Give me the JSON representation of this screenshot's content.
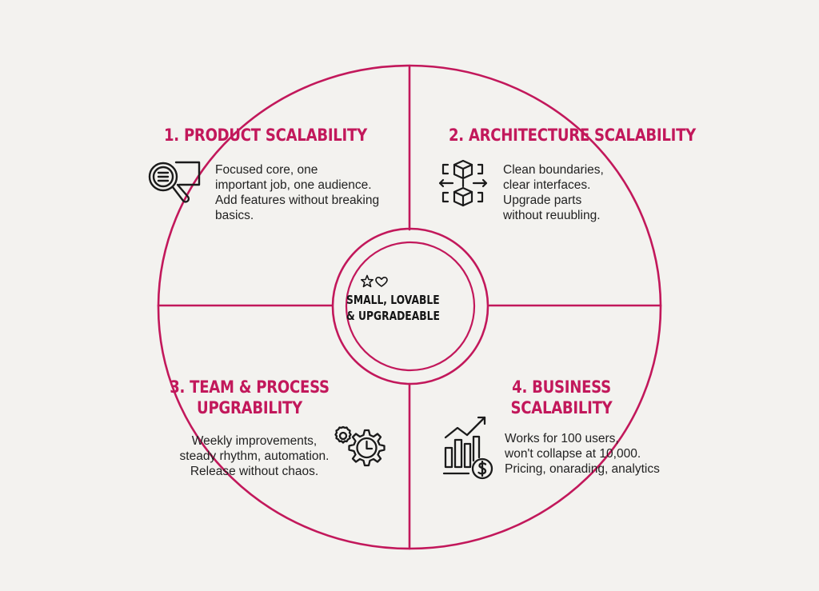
{
  "diagram": {
    "accent_color": "#c2185b",
    "background_color": "#f3f2ef",
    "center": {
      "icons": [
        "star-icon",
        "heart-icon"
      ],
      "line1": "SMALL, LOVABLE",
      "line2": "& UPGRADEABLE"
    },
    "quadrants": [
      {
        "title": "1. PRODUCT SCALABILITY",
        "icon": "magnifier-document-icon",
        "text": "Focused core, one\nimportant job, one audience.\nAdd features without breaking\nbasics."
      },
      {
        "title": "2. ARCHITECTURE SCALABILITY",
        "icon": "modular-cubes-icon",
        "text": "Clean boundaries,\nclear interfaces.\nUpgrade parts\nwithout reuubling."
      },
      {
        "title_line1": "3. TEAM & PROCESS",
        "title_line2": "UPGRABILITY",
        "icon": "gear-clock-icon",
        "text": "Weekly improvements,\nsteady rhythm, automation.\nRelease without chaos."
      },
      {
        "title_line1": "4. BUSINESS",
        "title_line2": "SCALABILITY",
        "icon": "growth-chart-dollar-icon",
        "text": "Works for 100 users,\nwon't collapse at 10,000.\nPricing, onarading, analytics"
      }
    ]
  }
}
